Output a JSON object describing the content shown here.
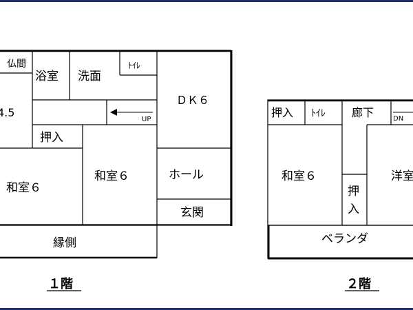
{
  "floor1": {
    "rooms": {
      "butsuma": "仏間",
      "washitsu45": "4.5",
      "yokushitsu": "浴室",
      "senmen": "洗面",
      "toilet": "ﾄｲﾚ",
      "dk": "ＤＫ６",
      "stairs_up": "UP",
      "oshiire": "押入",
      "washitsu6_left": "和室６",
      "washitsu6_center": "和室６",
      "hall": "ホール",
      "genkan": "玄関",
      "engawa": "縁側"
    },
    "label": "１階"
  },
  "floor2": {
    "rooms": {
      "oshiire": "押入",
      "toilet": "ﾄｲﾚ",
      "rouka": "廊下",
      "stairs_dn": "DN",
      "washitsu6": "和室６",
      "oshiire_vertical_1": "押",
      "oshiire_vertical_2": "入",
      "yoshitsu": "洋室",
      "veranda": "ベランダ"
    },
    "label": "２階"
  }
}
